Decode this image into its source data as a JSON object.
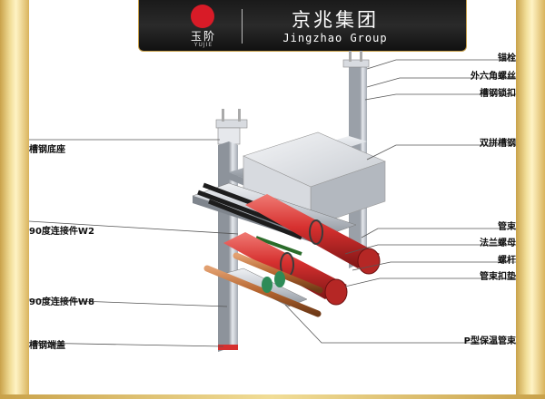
{
  "header": {
    "logo_text": "玉阶",
    "logo_sub": "YUJIE",
    "brand_cn": "京兆集团",
    "brand_en": "Jingzhao Group"
  },
  "labels": {
    "left": [
      "槽钢底座",
      "90度连接件W2",
      "90度连接件W8",
      "槽钢端盖"
    ],
    "right": [
      "锚栓",
      "外六角螺丝",
      "槽钢锁扣",
      "双拼槽钢",
      "管束",
      "法兰螺母",
      "螺杆",
      "管束扣垫",
      "P型保温管束"
    ]
  },
  "colors": {
    "frame_gold": "#d9b45d",
    "header_dark": "#1a1a1a",
    "logo_red": "#d81b27",
    "pipe_red": "#d6302f",
    "pipe_copper": "#b5652f",
    "steel": "#c9ced6",
    "clamp_green": "#2e8b57"
  }
}
